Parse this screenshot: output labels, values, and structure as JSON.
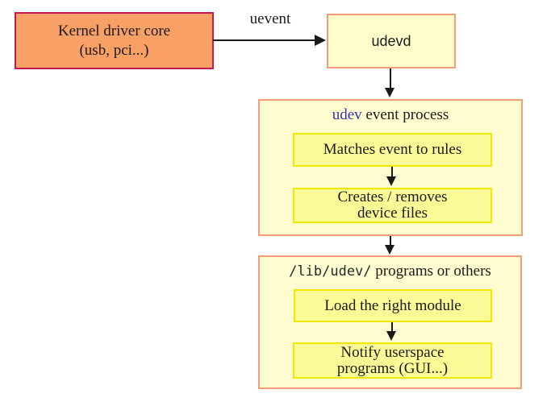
{
  "nodes": {
    "kernel_box": {
      "line1": "Kernel driver core",
      "line2": "(usb, pci...)"
    },
    "uevent_label": "uevent",
    "udevd_box": "udevd",
    "udev_event_process": {
      "title_highlight": "udev",
      "title_rest": " event process",
      "step_match": "Matches event to rules",
      "step_create_line1": "Creates / removes",
      "step_create_line2": "device files"
    },
    "lib_udev_programs": {
      "title_mono": "/lib/udev/",
      "title_rest": " programs or others",
      "step_load": "Load the right module",
      "step_notify_line1": "Notify userspace",
      "step_notify_line2": "programs (GUI...)"
    }
  },
  "colors": {
    "kernel_box_fill": "#f9a066",
    "kernel_box_border": "#c41a4f",
    "process_box_fill": "#fffdcf",
    "process_box_border": "#f49b78",
    "step_box_fill": "#fafa96",
    "step_box_border": "#f3e600",
    "udev_highlight_blue": "#3333aa",
    "arrow_black": "#1a1a1a"
  }
}
